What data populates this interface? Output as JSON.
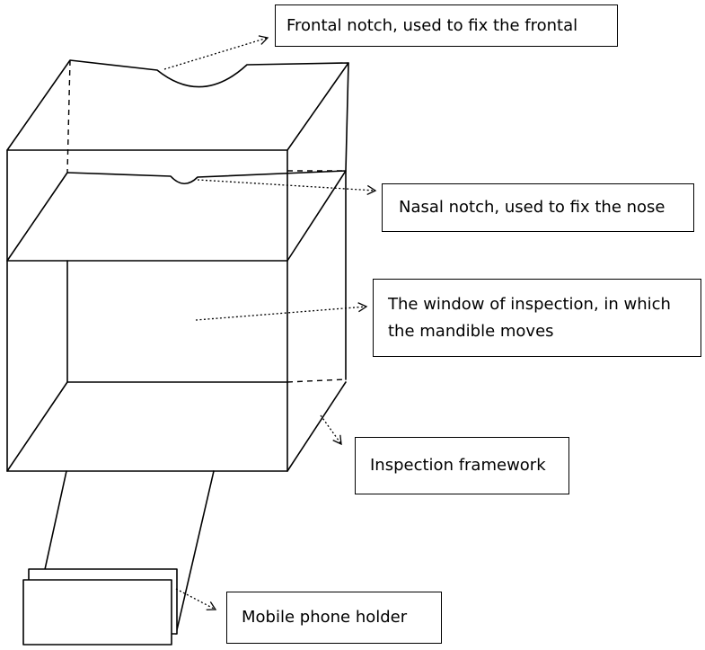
{
  "labels": {
    "frontal_notch": "Frontal notch, used to fix the frontal",
    "nasal_notch": "Nasal notch, used to fix the nose",
    "window_of_inspection": "The window of inspection, in which the mandible moves",
    "inspection_framework": "Inspection framework",
    "mobile_phone_holder": "Mobile phone holder"
  },
  "colors": {
    "line": "#000000",
    "background": "#ffffff"
  }
}
